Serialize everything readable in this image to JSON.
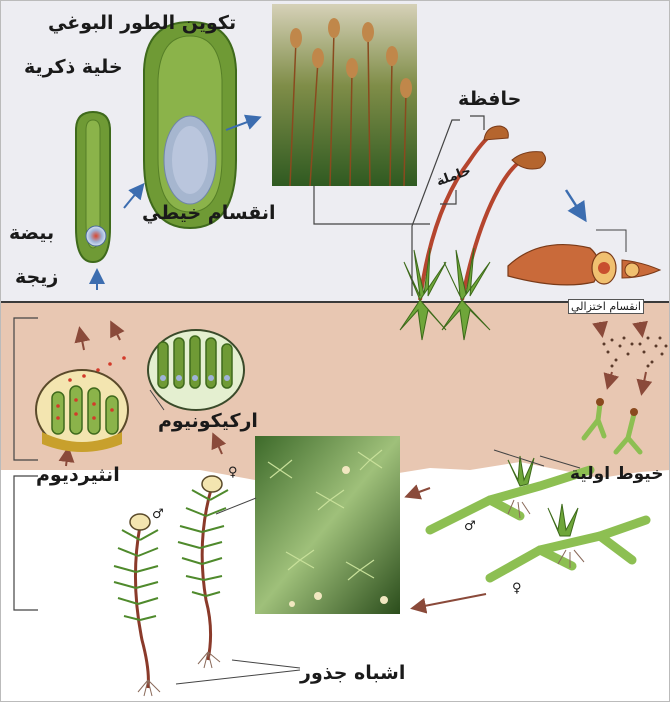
{
  "labels": {
    "sporophyte_formation": "تكوين الطور البوغي",
    "male_cell": "خلية ذكرية",
    "egg": "بيضة",
    "zygote": "زيجة",
    "mitosis": "انقسام خيطي",
    "capsule": "حافظة",
    "stalk": "حاملة",
    "meiosis": "انقسام اختزالي",
    "protonema": "خيوط اولية",
    "archegonium": "اركيكونيوم",
    "antheridium": "انثيرديوم",
    "rhizoids": "اشباه جذور"
  },
  "symbols": {
    "male": "♂",
    "female": "♀"
  },
  "colors": {
    "upper_bg": "#ededf2",
    "lower_bg": "#e8c7b2",
    "arrow_blue": "#3c6db0",
    "arrow_brown": "#8a4a3a",
    "moss_green": "#4f8a2c",
    "capsule_brown": "#b5652e"
  }
}
